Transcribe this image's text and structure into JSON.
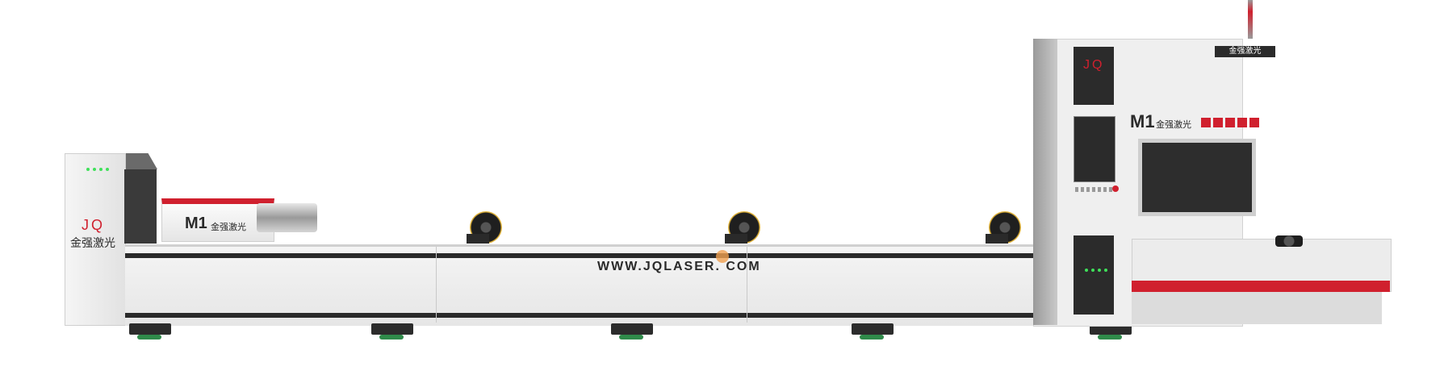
{
  "machine": {
    "website": "WWW.JQLASER. COM",
    "left_logo": "JQ",
    "left_brand": "金强激光",
    "chuck_model": "M1",
    "chuck_brand": "金强激光",
    "head_logo": "JQ",
    "head_model": "M1",
    "head_brand": "金强激光",
    "top_tag": "金强激光"
  },
  "colors": {
    "accent_red": "#d0202e",
    "body_white": "#efefef",
    "dark": "#2b2b2b",
    "indicator_green": "#3fe05a"
  }
}
